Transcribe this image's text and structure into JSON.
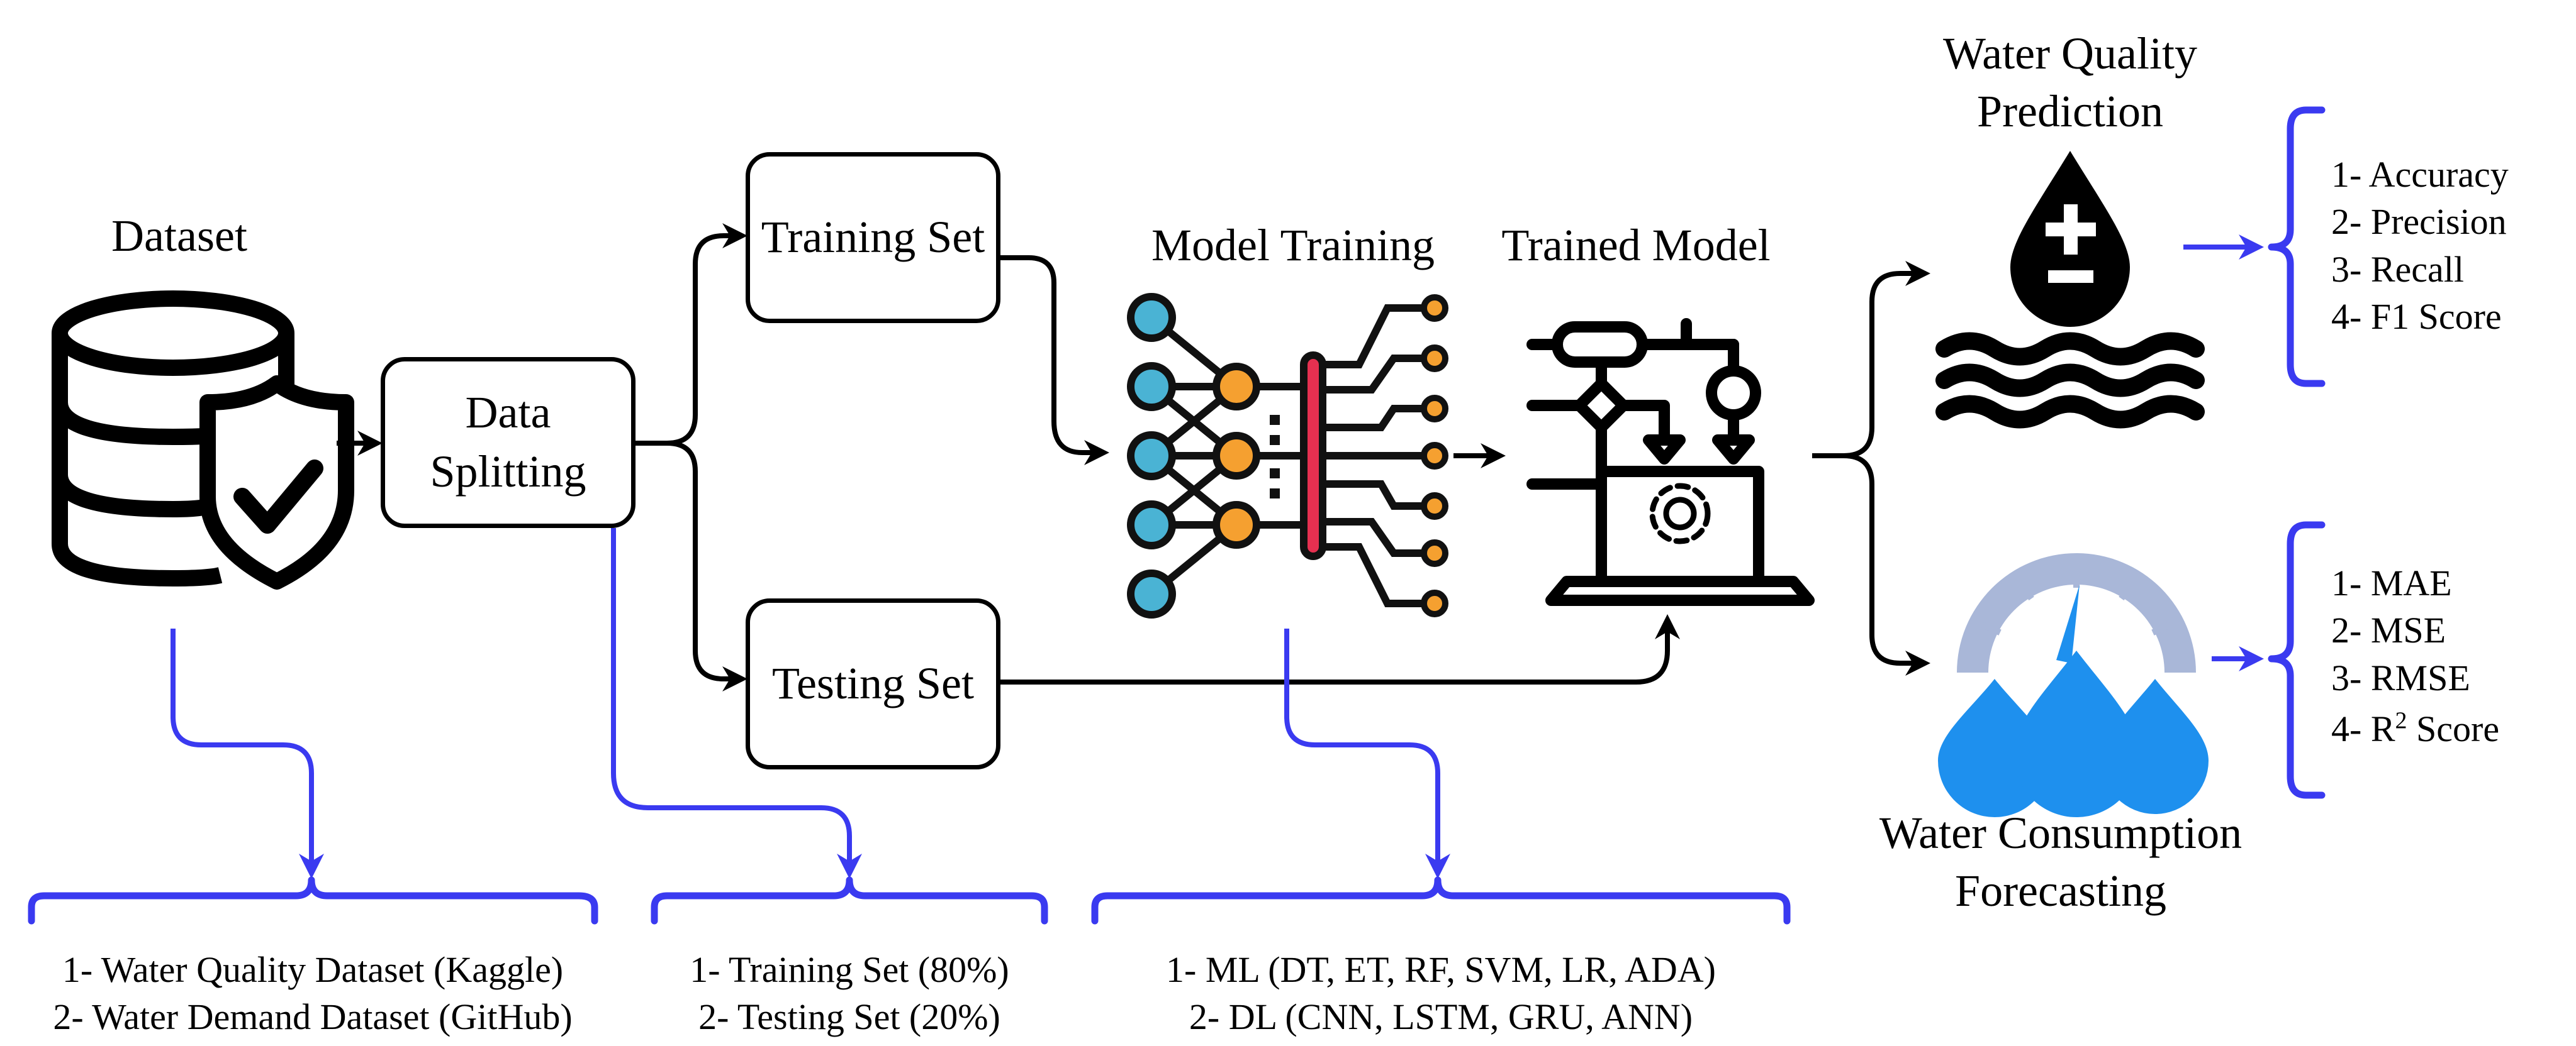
{
  "titles": {
    "dataset": "Dataset",
    "model_training": "Model Training",
    "trained_model": "Trained Model",
    "water_quality_line1": "Water Quality",
    "water_quality_line2": "Prediction",
    "water_consumption_line1": "Water Consumption",
    "water_consumption_line2": "Forecasting"
  },
  "boxes": {
    "data_splitting_line1": "Data",
    "data_splitting_line2": "Splitting",
    "training_set": "Training Set",
    "testing_set": "Testing Set"
  },
  "quality_metrics": [
    "1- Accuracy",
    "2- Precision",
    "3- Recall",
    "4- F1 Score"
  ],
  "consumption_metrics": [
    "1- MAE",
    "2- MSE",
    "3- RMSE"
  ],
  "r2_metric": {
    "prefix": "4- R",
    "sup": "2",
    "suffix": " Score"
  },
  "bottom": {
    "datasets": [
      "1- Water Quality Dataset  (Kaggle)",
      "2- Water Demand Dataset (GitHub)"
    ],
    "splits": [
      "1- Training Set (80%)",
      "2- Testing Set (20%)"
    ],
    "models": [
      "1- ML (DT, ET, RF, SVM, LR, ADA)",
      "2- DL (CNN, LSTM, GRU, ANN)"
    ]
  },
  "colors": {
    "blue_line": "#3a3af0",
    "neuron_input": "#4ab3d4",
    "neuron_hidden": "#f5a030",
    "neuron_output": "#f5a030",
    "red_bar": "#e63050",
    "drop_blue": "#1e90ee",
    "gauge_arc": "#a9b7d8",
    "gauge_needle": "#1e90ee"
  },
  "icons": [
    "database-shield-icon",
    "neural-network-icon",
    "flowchart-laptop-icon",
    "water-drop-plus-minus-icon",
    "water-gauge-drops-icon"
  ]
}
